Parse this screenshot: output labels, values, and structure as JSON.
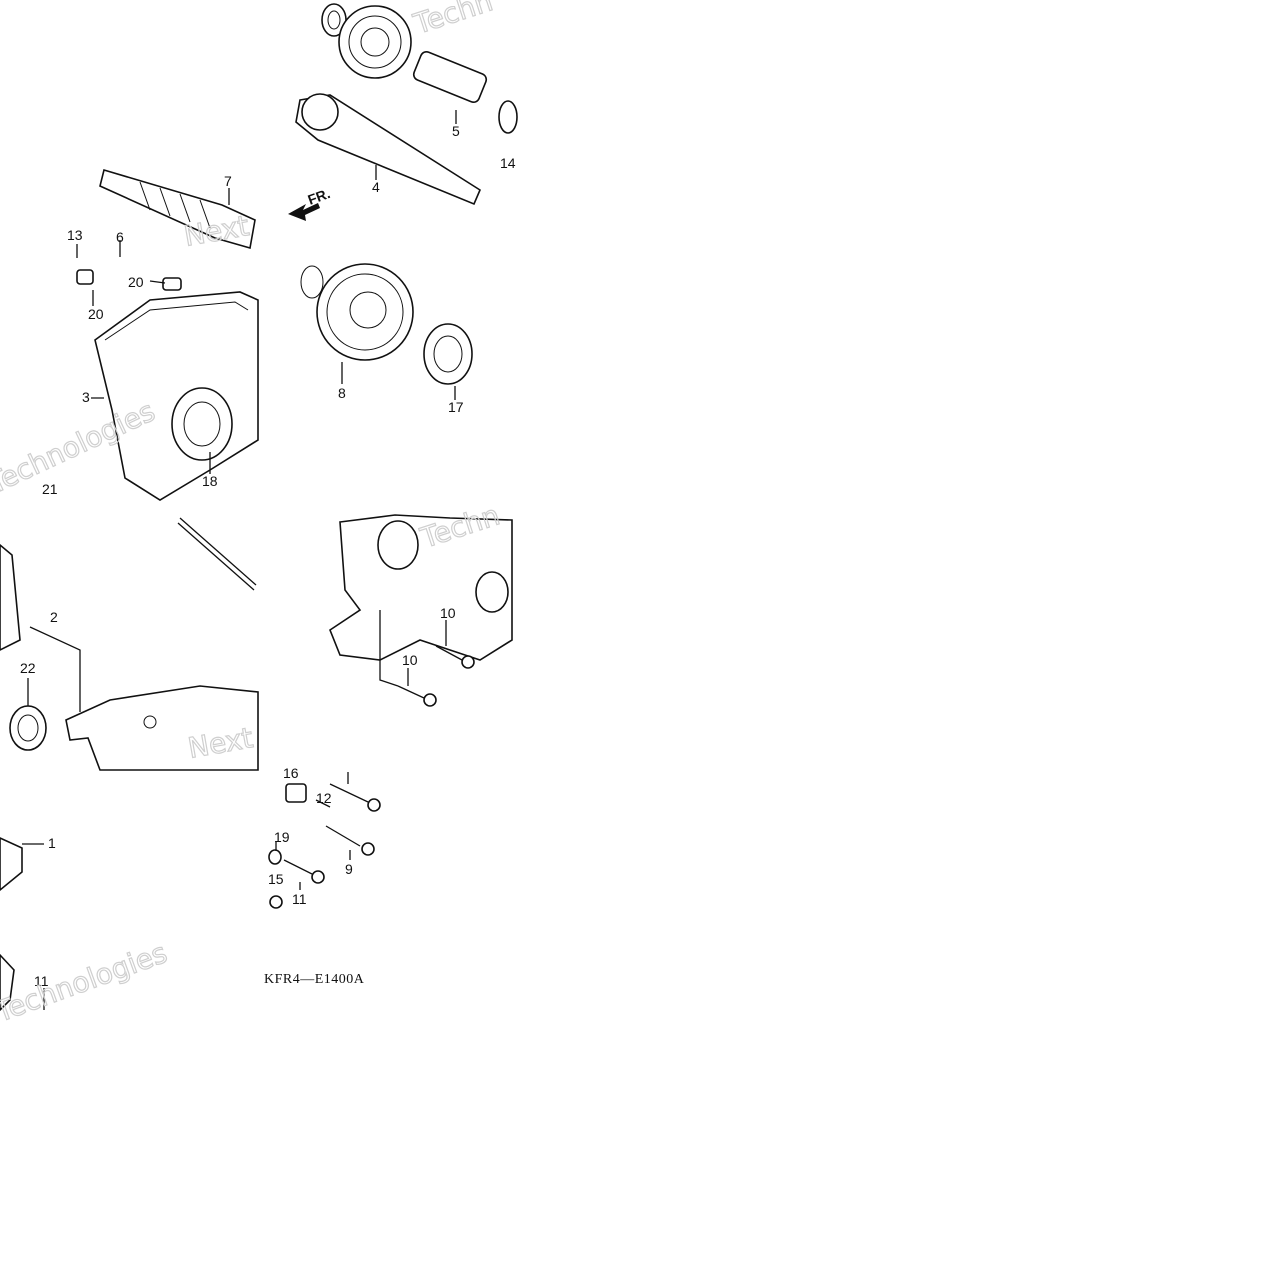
{
  "diagram": {
    "code": "KFR4—E1400A",
    "direction_label": "FR.",
    "watermark_text": [
      "Techn",
      "Next",
      "Technologies"
    ],
    "callouts": [
      "1",
      "2",
      "3",
      "4",
      "5",
      "6",
      "7",
      "8",
      "9",
      "10",
      "11",
      "12",
      "13",
      "14",
      "15",
      "16",
      "17",
      "18",
      "19",
      "20",
      "21",
      "22"
    ]
  }
}
